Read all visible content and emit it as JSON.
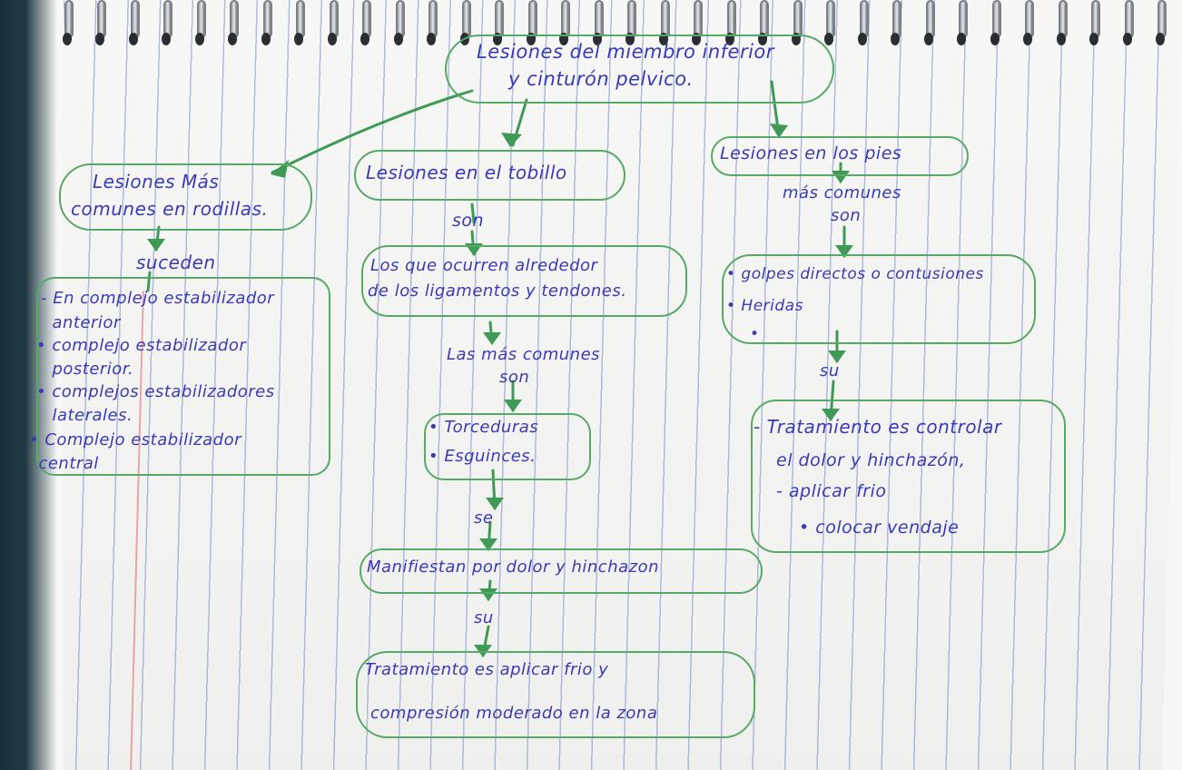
{
  "title": {
    "line1": "Lesiones del miembro inferior",
    "line2": "y cinturón pelvico."
  },
  "knees": {
    "header_line1": "Lesiones Más",
    "header_line2": "comunes en rodillas.",
    "connector": "suceden",
    "items": [
      "- En complejo estabilizador",
      "  anterior",
      "• complejo estabilizador",
      "  posterior.",
      "• complejos estabilizadores",
      "  laterales.",
      "• Complejo estabilizador",
      "  central"
    ]
  },
  "ankle": {
    "header": "Lesiones en el tobillo",
    "connector1": "son",
    "box_line1": "Los que ocurren alrededor",
    "box_line2": "de los ligamentos y tendones.",
    "connector2a": "Las más comunes",
    "connector2b": "son",
    "types_line1": "• Torceduras",
    "types_line2": "• Esguinces.",
    "connector3": "se",
    "manifest": "Manifiestan por dolor y hinchazon",
    "connector4": "su",
    "treatment_line1": "Tratamiento es aplicar frio y",
    "treatment_line2": "compresión moderado en la zona"
  },
  "feet": {
    "header": "Lesiones en los pies",
    "connector1a": "más comunes",
    "connector1b": "son",
    "items_line1": "• golpes directos o contusiones",
    "items_line2": "• Heridas",
    "items_line3": "•",
    "connector2": "su",
    "treatment_line1": "- Tratamiento es controlar",
    "treatment_line2": "el dolor y hinchazón,",
    "treatment_line3": "- aplicar frio",
    "treatment_line4": "• colocar vendaje"
  }
}
